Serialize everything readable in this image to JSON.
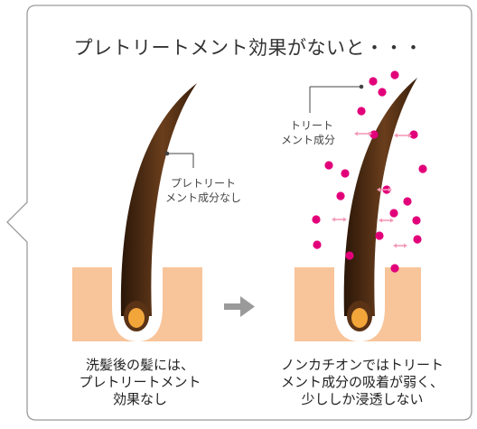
{
  "title": "プレトリートメント効果がないと・・・",
  "left": {
    "label_line1": "プレトリート",
    "label_line2": "メント成分なし",
    "caption_line1": "洗髪後の髪には、",
    "caption_line2": "プレトリートメント",
    "caption_line3": "効果なし"
  },
  "right": {
    "label_line1": "トリート",
    "label_line2": "メント成分",
    "caption_line1": "ノンカチオンではトリート",
    "caption_line2": "メント成分の吸着が弱く、",
    "caption_line3": "少ししか浸透しない"
  },
  "colors": {
    "hair": "#4b2a12",
    "skin": "#f8c49a",
    "bulb": "#f2a63a",
    "particle": "#e2007a",
    "arrow_small": "#f39ab8",
    "arrow_big": "#9a9a9a",
    "border": "#9b9b9b"
  }
}
